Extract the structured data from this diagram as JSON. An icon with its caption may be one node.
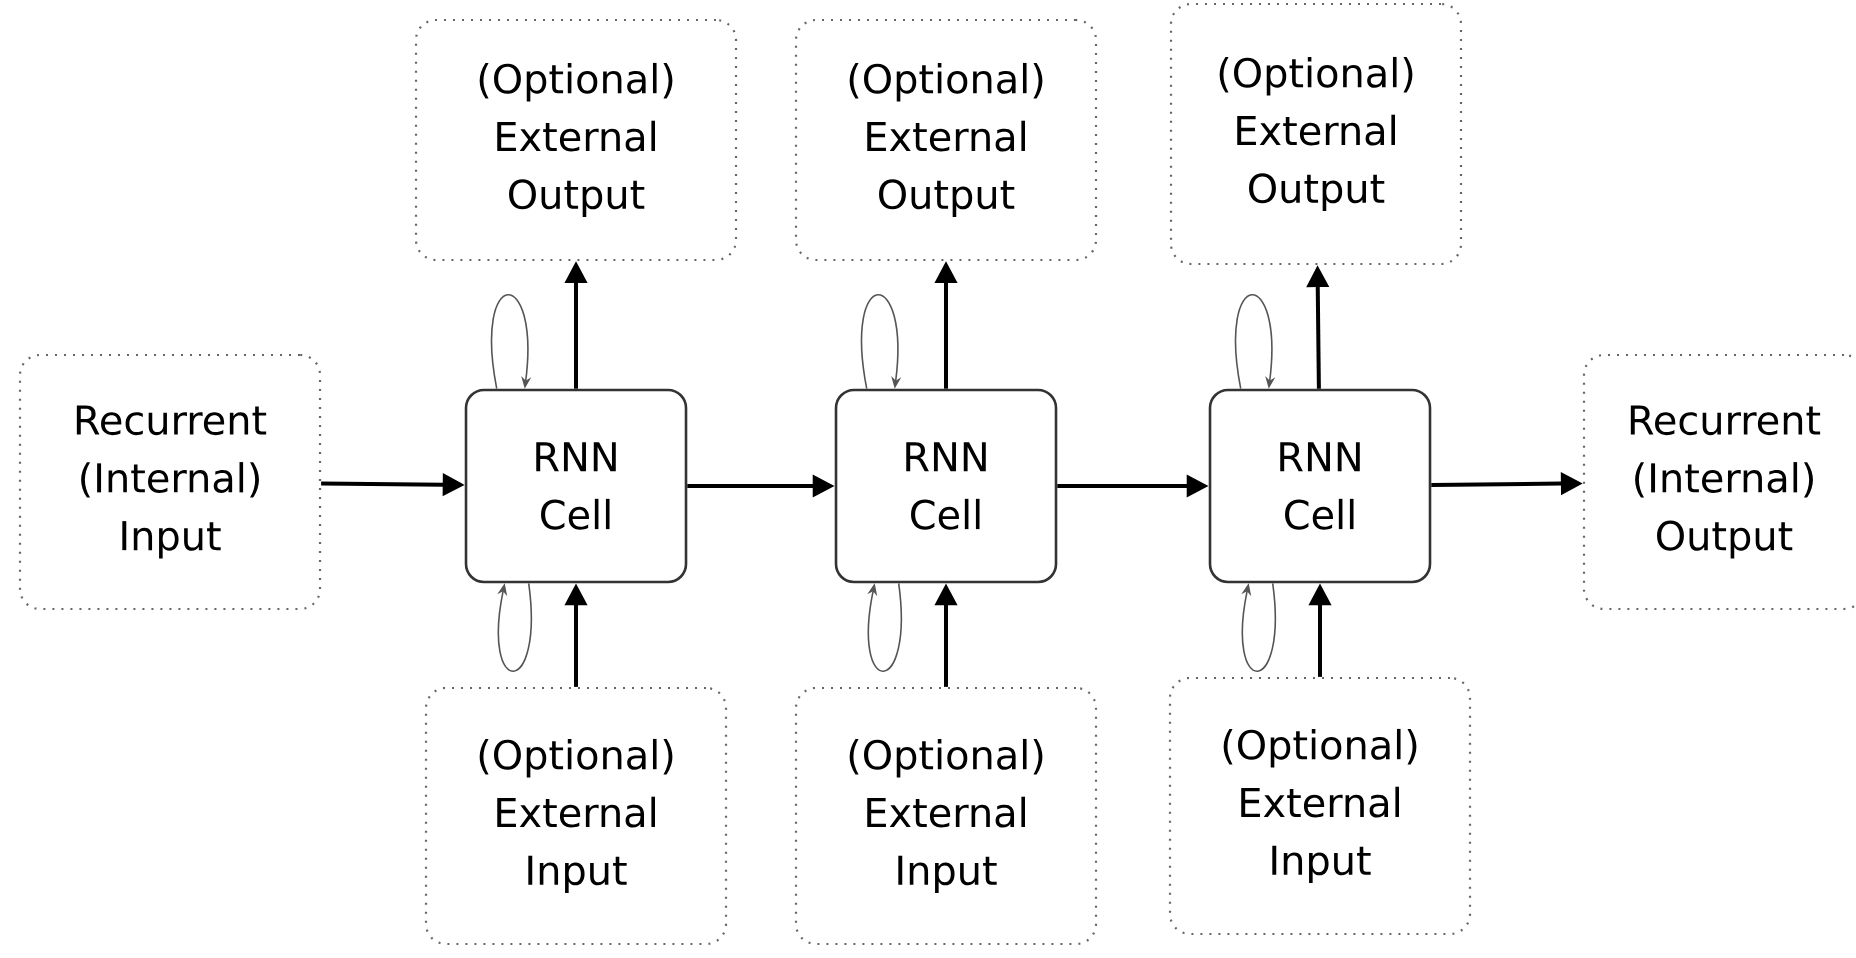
{
  "diagram": {
    "nodes": [
      {
        "text": [
          "(Optional) External Output"
        ]
      },
      {
        "text": [
          "(Optional) External Output"
        ]
      },
      {
        "text": [
          "(Optional) External Output"
        ]
      },
      {
        "text": [
          "Recurrent (Internal) Input"
        ]
      },
      {
        "text": [
          "RNN Cell"
        ]
      },
      {
        "text": [
          "RNN Cell"
        ]
      },
      {
        "text": [
          "RNN Cell"
        ]
      },
      {
        "text": [
          "Recurrent (Internal) Output"
        ]
      },
      {
        "text": [
          "(Optional) External Input"
        ]
      },
      {
        "text": [
          "(Optional) External Input"
        ]
      },
      {
        "text": [
          "(Optional) External Input"
        ]
      }
    ],
    "edges": [
      {
        "from": 3,
        "to": 4,
        "arrow": "to"
      },
      {
        "from": 4,
        "to": 5,
        "arrow": "to"
      },
      {
        "from": 5,
        "to": 6,
        "arrow": "to"
      },
      {
        "from": 6,
        "to": 7,
        "arrow": "to"
      },
      {
        "from": 4,
        "to": 0,
        "arrow": "to"
      },
      {
        "from": 5,
        "to": 1,
        "arrow": "to"
      },
      {
        "from": 6,
        "to": 2,
        "arrow": "to"
      },
      {
        "from": 8,
        "to": 4,
        "arrow": "to"
      },
      {
        "from": 9,
        "to": 5,
        "arrow": "to"
      },
      {
        "from": 10,
        "to": 6,
        "arrow": "to"
      },
      {
        "from": 4,
        "to": 4,
        "arrow": "to",
        "color": "#555555"
      },
      {
        "from": 4,
        "to": 4,
        "arrow": "to",
        "color": "#555555"
      },
      {
        "from": 5,
        "to": 5,
        "arrow": "to",
        "color": "#555555"
      },
      {
        "from": 5,
        "to": 5,
        "arrow": "to",
        "color": "#555555"
      },
      {
        "from": 6,
        "to": 6,
        "arrow": "to",
        "color": "#555555"
      },
      {
        "from": 6,
        "to": 6,
        "arrow": "to",
        "color": "#555555"
      }
    ]
  }
}
